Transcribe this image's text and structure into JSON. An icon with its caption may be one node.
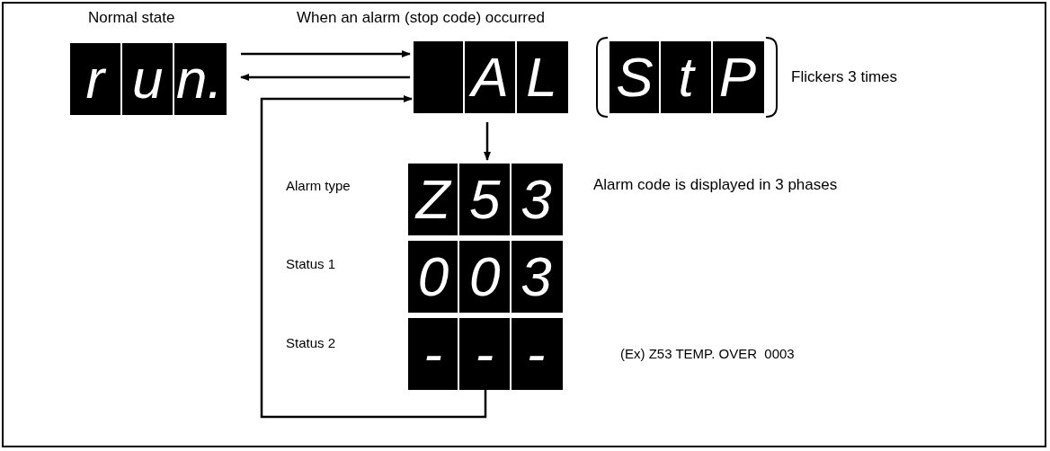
{
  "diagram": {
    "nodes": [
      {
        "text": [
          "r",
          "u",
          "n."
        ],
        "beside": [
          "Normal state"
        ]
      },
      {
        "text": [
          "A",
          "L"
        ],
        "beside": [
          "When an alarm (stop code) occurred"
        ]
      },
      {
        "text": [
          "S",
          "t",
          "P"
        ],
        "beside": [
          "Flickers 3 times"
        ]
      },
      {
        "text": [
          "Z",
          "5",
          "3"
        ]
      },
      {
        "text": [
          "0",
          "0",
          "3"
        ]
      },
      {
        "text": [
          "-",
          "-",
          "-"
        ]
      }
    ],
    "edges": [
      {
        "from": 0,
        "to": 1,
        "arrow": "to"
      },
      {
        "from": 1,
        "to": 0,
        "arrow": "to"
      },
      {
        "from": 5,
        "to": 1,
        "arrow": "to"
      },
      {
        "from": 1,
        "to": 3,
        "arrow": "to"
      }
    ],
    "labels": [
      "Alarm type",
      "Alarm code is displayed in 3 phases",
      "Status 1",
      "Status 2",
      "(Ex) Z53 TEMP. OVER  0003"
    ]
  }
}
